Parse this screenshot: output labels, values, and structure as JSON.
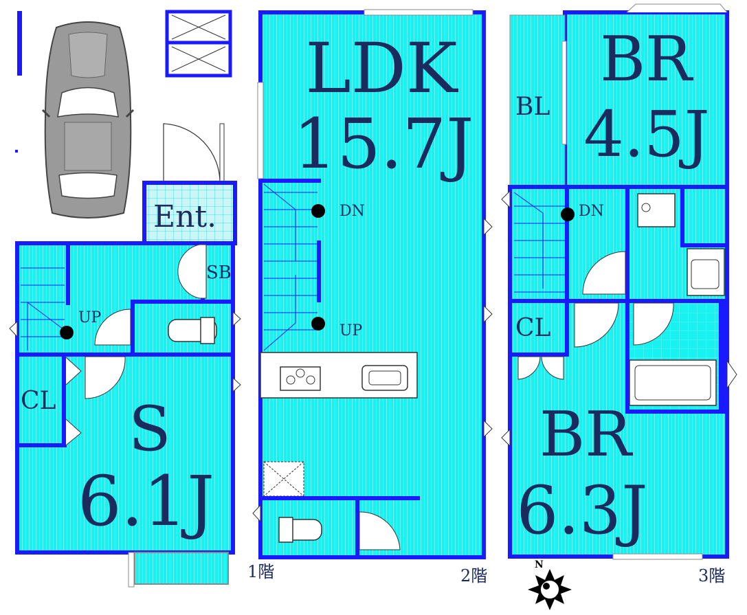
{
  "floors": [
    {
      "id": "1f",
      "label": "1階",
      "rooms": [
        {
          "key": "s_name",
          "text": "S"
        },
        {
          "key": "s_size",
          "text": "6.1J"
        },
        {
          "key": "cl",
          "text": "CL"
        },
        {
          "key": "ent",
          "text": "Ent."
        },
        {
          "key": "sb",
          "text": "SB"
        },
        {
          "key": "up",
          "text": "UP"
        }
      ]
    },
    {
      "id": "2f",
      "label": "2階",
      "rooms": [
        {
          "key": "ldk_name",
          "text": "LDK"
        },
        {
          "key": "ldk_size",
          "text": "15.7J"
        },
        {
          "key": "dn",
          "text": "DN"
        },
        {
          "key": "up",
          "text": "UP"
        }
      ]
    },
    {
      "id": "3f",
      "label": "3階",
      "rooms": [
        {
          "key": "br1_name",
          "text": "BR"
        },
        {
          "key": "br1_size",
          "text": "4.5J"
        },
        {
          "key": "bl",
          "text": "BL"
        },
        {
          "key": "dn",
          "text": "DN"
        },
        {
          "key": "cl",
          "text": "CL"
        },
        {
          "key": "br2_name",
          "text": "BR"
        },
        {
          "key": "br2_size",
          "text": "6.3J"
        }
      ]
    }
  ],
  "compass": {
    "label": "N"
  },
  "colors": {
    "room": "#19f0f0",
    "wall": "#1a1aff",
    "text": "#1b2b5e",
    "tile": "#c8f4f4"
  }
}
